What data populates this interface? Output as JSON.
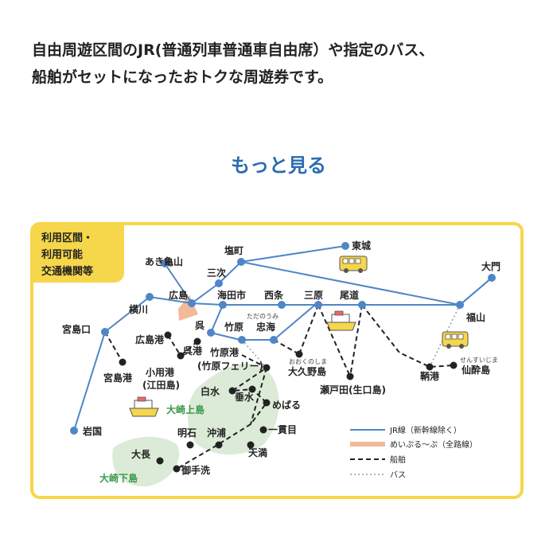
{
  "intro": {
    "line1": "自由周遊区間のJR(普通列車普通車自由席）や指定のバス、",
    "line2": "船舶がセットになったおトクな周遊券です。"
  },
  "more_link": "もっと見る",
  "map": {
    "label_lines": [
      "利用区間・",
      "利用可能",
      "交通機関等"
    ],
    "colors": {
      "jr": "#4f86c6",
      "meipuru": "#f2b99a",
      "ferry": "#222222",
      "bus": "#9a9a9a",
      "island": "#dcebd7",
      "island_text": "#3a9a48",
      "frame": "#f6d64a"
    },
    "stations": [
      {
        "name": "東城"
      },
      {
        "name": "塩町"
      },
      {
        "name": "三次"
      },
      {
        "name": "あき亀山"
      },
      {
        "name": "大門"
      },
      {
        "name": "福山"
      },
      {
        "name": "尾道"
      },
      {
        "name": "三原"
      },
      {
        "name": "西条"
      },
      {
        "name": "海田市"
      },
      {
        "name": "広島"
      },
      {
        "name": "横川"
      },
      {
        "name": "宮島口"
      },
      {
        "name": "岩国"
      },
      {
        "name": "呉"
      },
      {
        "name": "竹原"
      },
      {
        "name": "忠海"
      },
      {
        "name": "広島港"
      },
      {
        "name": "呉港"
      },
      {
        "name": "宮島港"
      },
      {
        "name": "小用港"
      },
      {
        "name": "(江田島)"
      },
      {
        "name": "竹原港"
      },
      {
        "name": "(竹原フェリー)"
      },
      {
        "name": "白水"
      },
      {
        "name": "垂水"
      },
      {
        "name": "めばる"
      },
      {
        "name": "一貫目"
      },
      {
        "name": "沖浦"
      },
      {
        "name": "明石"
      },
      {
        "name": "天満"
      },
      {
        "name": "大長"
      },
      {
        "name": "御手洗"
      },
      {
        "name": "大久野島"
      },
      {
        "name": "瀬戸田(生口島)"
      },
      {
        "name": "鞆港"
      },
      {
        "name": "仙酔島"
      }
    ],
    "ruby": {
      "tadanoumi": "ただのうみ",
      "okunoshima": "おおくのしま",
      "sensuijima": "せんすいじま"
    },
    "islands": {
      "upper": "大崎上島",
      "lower": "大崎下島"
    },
    "legend": [
      {
        "label": "JR線（新幹線除く）"
      },
      {
        "label": "めいぷる〜ぷ（全路線）"
      },
      {
        "label": "船舶"
      },
      {
        "label": "バス"
      }
    ]
  }
}
